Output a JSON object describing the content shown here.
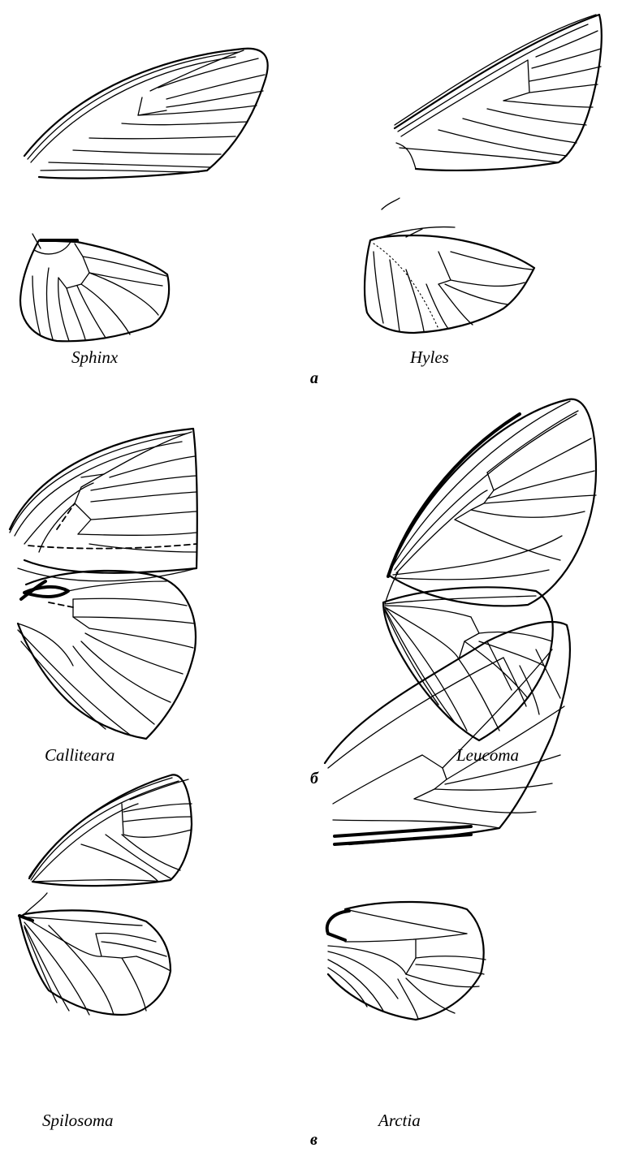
{
  "panels": [
    {
      "letter": "а",
      "genera": [
        "Sphinx",
        "Hyles"
      ]
    },
    {
      "letter": "б",
      "genera": [
        "Calliteara",
        "Leucoma"
      ]
    },
    {
      "letter": "в",
      "genera": [
        "Spilosoma",
        "Arctia"
      ]
    }
  ]
}
